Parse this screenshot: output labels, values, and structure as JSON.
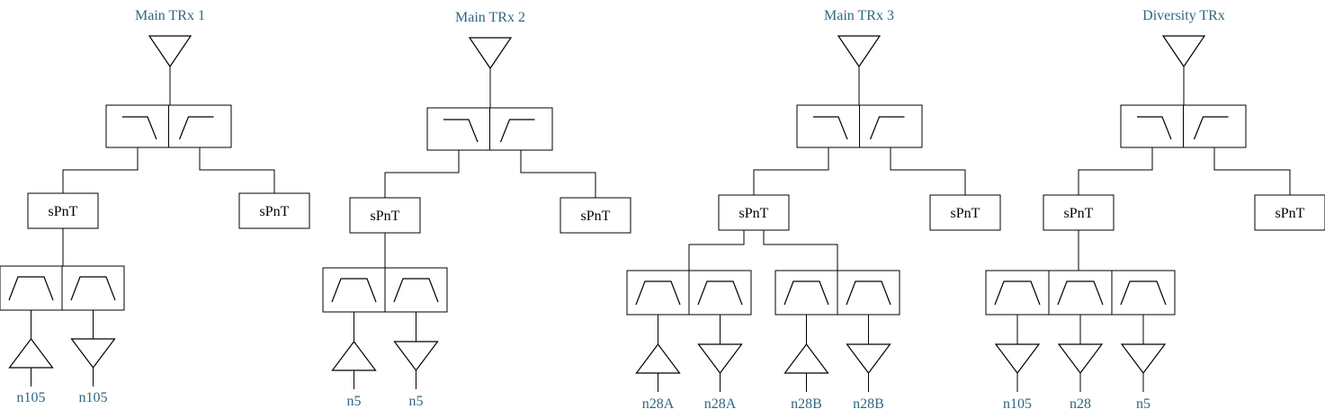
{
  "branches": [
    {
      "title": "Main TRx 1",
      "left_switch": "sPnT",
      "right_switch": "sPnT",
      "filter_groups": [
        {
          "filters": [
            {
              "amp": "up",
              "label": "n105"
            },
            {
              "amp": "down",
              "label": "n105"
            }
          ]
        }
      ]
    },
    {
      "title": "Main TRx 2",
      "left_switch": "sPnT",
      "right_switch": "sPnT",
      "filter_groups": [
        {
          "filters": [
            {
              "amp": "up",
              "label": "n5"
            },
            {
              "amp": "down",
              "label": "n5"
            }
          ]
        }
      ]
    },
    {
      "title": "Main TRx 3",
      "left_switch": "sPnT",
      "right_switch": "sPnT",
      "filter_groups": [
        {
          "filters": [
            {
              "amp": "up",
              "label": "n28A"
            },
            {
              "amp": "down",
              "label": "n28A"
            }
          ]
        },
        {
          "filters": [
            {
              "amp": "up",
              "label": "n28B"
            },
            {
              "amp": "down",
              "label": "n28B"
            }
          ]
        }
      ]
    },
    {
      "title": "Diversity TRx",
      "left_switch": "sPnT",
      "right_switch": "sPnT",
      "filter_groups": [
        {
          "filters": [
            {
              "amp": "down",
              "label": "n105"
            },
            {
              "amp": "down",
              "label": "n28"
            },
            {
              "amp": "down",
              "label": "n5"
            }
          ]
        }
      ]
    }
  ],
  "colors": {
    "label_text": "#2f6680",
    "lines": "#000000"
  },
  "icons": {
    "antenna": "antenna-icon",
    "lowpass": "low-pass-filter-icon",
    "highpass": "high-pass-filter-icon",
    "bandpass": "band-pass-filter-icon",
    "amp_up": "rx-amplifier-icon",
    "amp_down": "tx-amplifier-icon"
  }
}
